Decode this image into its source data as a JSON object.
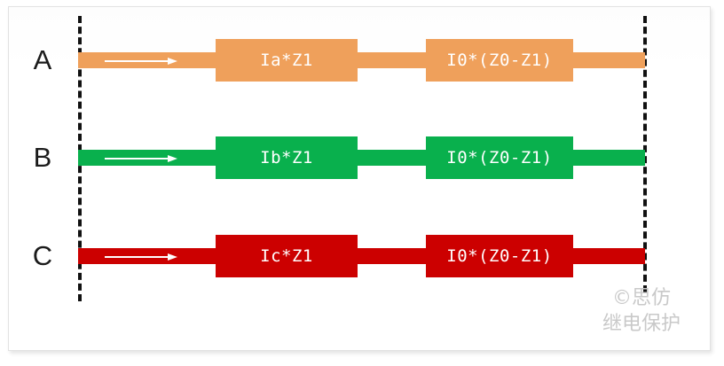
{
  "diagram": {
    "title": "Phase fault loop compensation diagram",
    "background_color": "#ffffff",
    "bus_lines": {
      "style": "dashed",
      "color": "#111111",
      "left_label": "",
      "right_label": ""
    },
    "rows": [
      {
        "phase": "A",
        "color": "#EFA05B",
        "arrow_icon": "right-arrow-icon",
        "blocks": [
          {
            "label": "Ia*Z1"
          },
          {
            "label": "I0*(Z0-Z1)"
          }
        ]
      },
      {
        "phase": "B",
        "color": "#09B04D",
        "arrow_icon": "right-arrow-icon",
        "blocks": [
          {
            "label": "Ib*Z1"
          },
          {
            "label": "I0*(Z0-Z1)"
          }
        ]
      },
      {
        "phase": "C",
        "color": "#CC0000",
        "arrow_icon": "right-arrow-icon",
        "blocks": [
          {
            "label": "Ic*Z1"
          },
          {
            "label": "I0*(Z0-Z1)"
          }
        ]
      }
    ]
  },
  "watermark": {
    "line1": "©思仿",
    "line2": "继电保护",
    "color": "#c9c9c9"
  }
}
